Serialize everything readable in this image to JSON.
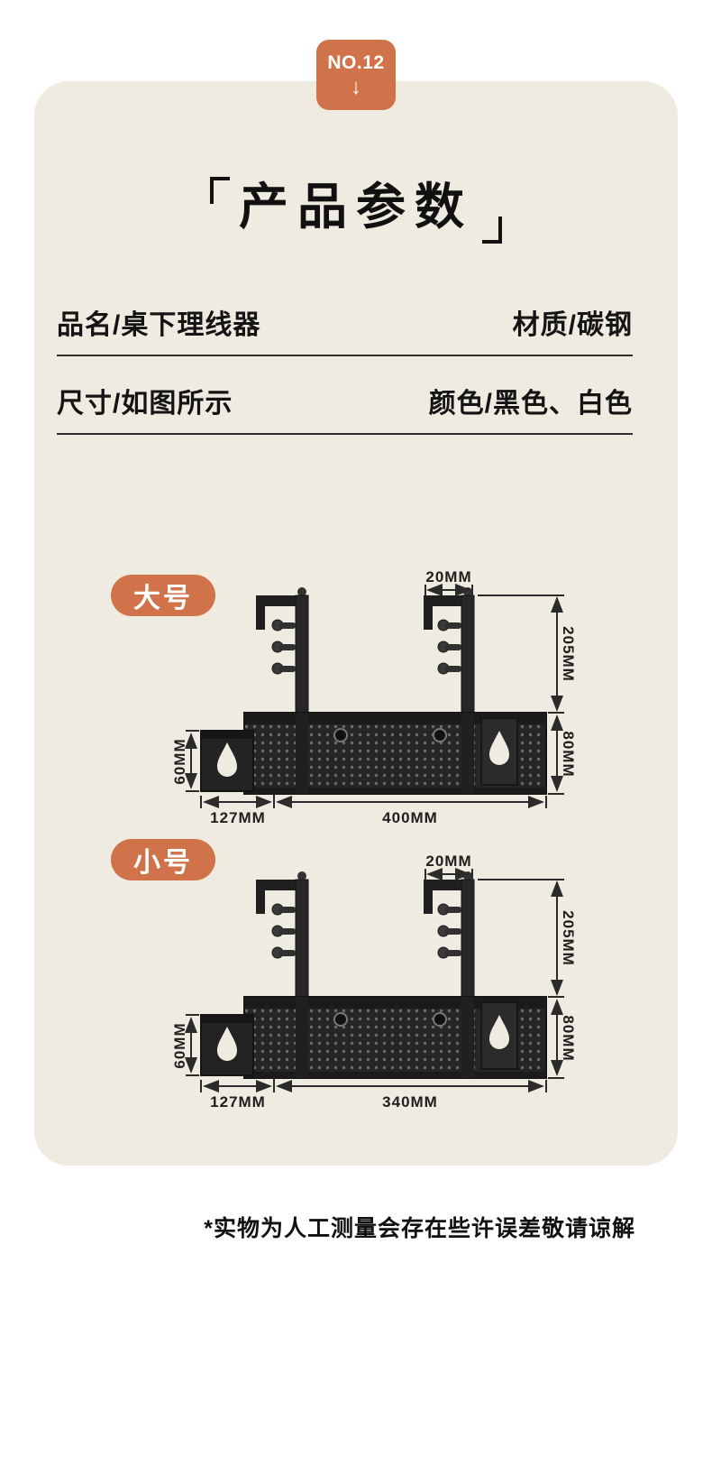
{
  "colors": {
    "accent": "#d0734a",
    "card_bg": "#f0ebe0",
    "ink": "#141414",
    "product": "#242424"
  },
  "badge": {
    "number": "NO.12",
    "arrow": "↓"
  },
  "title": "产品参数",
  "spec_rows": [
    {
      "left": "品名/桌下理线器",
      "right": "材质/碳钢"
    },
    {
      "left": "尺寸/如图所示",
      "right": "颜色/黑色、白色"
    }
  ],
  "sections": [
    {
      "label": "大号",
      "dims": {
        "top": "20MM",
        "height_upper": "205MM",
        "height_lower": "80MM",
        "side": "60MM",
        "depth": "127MM",
        "width": "400MM"
      }
    },
    {
      "label": "小号",
      "dims": {
        "top": "20MM",
        "height_upper": "205MM",
        "height_lower": "80MM",
        "side": "60MM",
        "depth": "127MM",
        "width": "340MM"
      }
    }
  ],
  "disclaimer": "*实物为人工测量会存在些许误差敬请谅解"
}
